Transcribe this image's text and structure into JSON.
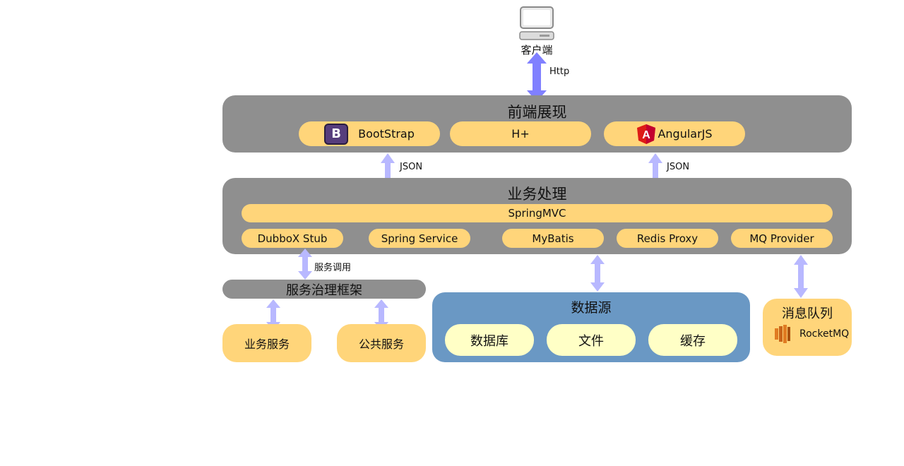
{
  "client": {
    "label": "客户端",
    "icon": "computer-icon"
  },
  "links": {
    "http": "Http",
    "json_left": "JSON",
    "json_right": "JSON",
    "service_call": "服务调用"
  },
  "frontend": {
    "title": "前端展现",
    "items": [
      {
        "label": "BootStrap",
        "icon": "bootstrap-icon",
        "icon_letter": "B"
      },
      {
        "label": "H+"
      },
      {
        "label": "AngularJS",
        "icon": "angularjs-icon",
        "icon_letter": "A"
      }
    ]
  },
  "business": {
    "title": "业务处理",
    "springmvc": "SpringMVC",
    "components": [
      "DubboX Stub",
      "Spring Service",
      "MyBatis",
      "Redis Proxy",
      "MQ Provider"
    ]
  },
  "governance": {
    "title": "服务治理框架",
    "services": [
      "业务服务",
      "公共服务"
    ]
  },
  "datasource": {
    "title": "数据源",
    "items": [
      "数据库",
      "文件",
      "缓存"
    ]
  },
  "mq": {
    "title": "消息队列",
    "product": "RocketMQ",
    "icon": "rocketmq-icon"
  },
  "colors": {
    "panel": "#8f8f8f",
    "pill": "#ffd57a",
    "datasource_bg": "#6a98c4",
    "datasource_cell": "#ffffc6",
    "arrow_strong": "#8080ff",
    "arrow_light": "#b8b8ff"
  }
}
